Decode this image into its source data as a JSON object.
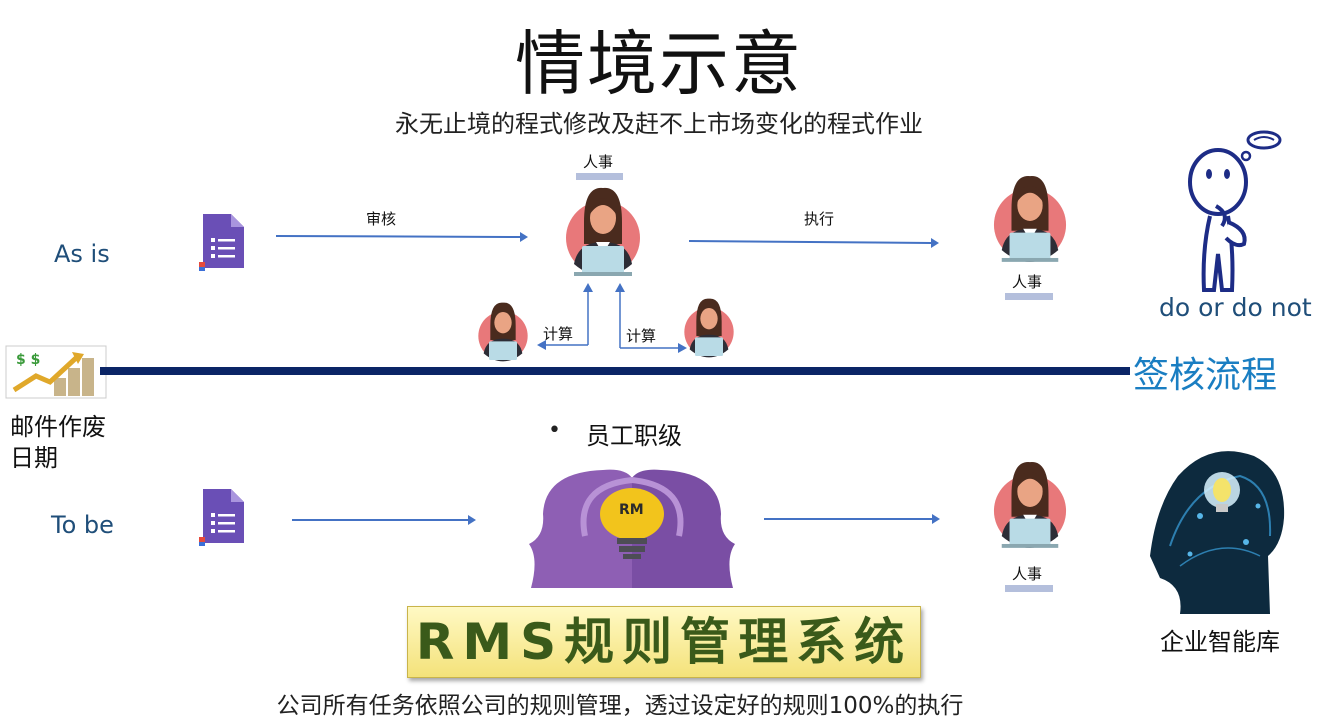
{
  "title": "情境示意",
  "subtitle": "永无止境的程式修改及赶不上市场变化的程式作业",
  "as_is": {
    "label": "As is",
    "review_label": "审核",
    "execute_label": "执行",
    "hr_top": "人事",
    "hr_right": "人事",
    "calc_left": "计算",
    "calc_right": "计算",
    "thinker_caption": "do or do not"
  },
  "left_side": {
    "line1": "邮件作废",
    "line2": "日期"
  },
  "flow_title": "签核流程",
  "to_be": {
    "label": "To be",
    "bullet": "•",
    "bullet_text": "员工职级",
    "rm_badge": "RM",
    "hr_right": "人事",
    "enterprise_caption": "企业智能库"
  },
  "rms_title": "RMS规则管理系统",
  "bottom_note": "公司所有任务依照公司的规则管理，透过设定好的规则100%的执行",
  "colors": {
    "arrow": "#4472c4",
    "divider": "#0b2566",
    "flow_title": "#1a7ec2",
    "form_icon": "#6a4fb6",
    "avatar_bg": "#e8787a"
  }
}
